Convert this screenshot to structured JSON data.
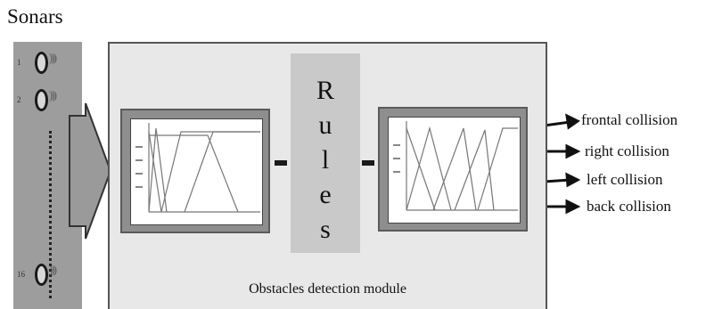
{
  "diagram": {
    "sonars_title": "Sonars",
    "sonar_indices": [
      "1",
      "2",
      "16"
    ],
    "rules_text": "Rules",
    "module_label": "Obstacles detection module",
    "outputs": [
      "frontal collision",
      "right collision",
      "left collision",
      "back collision"
    ]
  }
}
